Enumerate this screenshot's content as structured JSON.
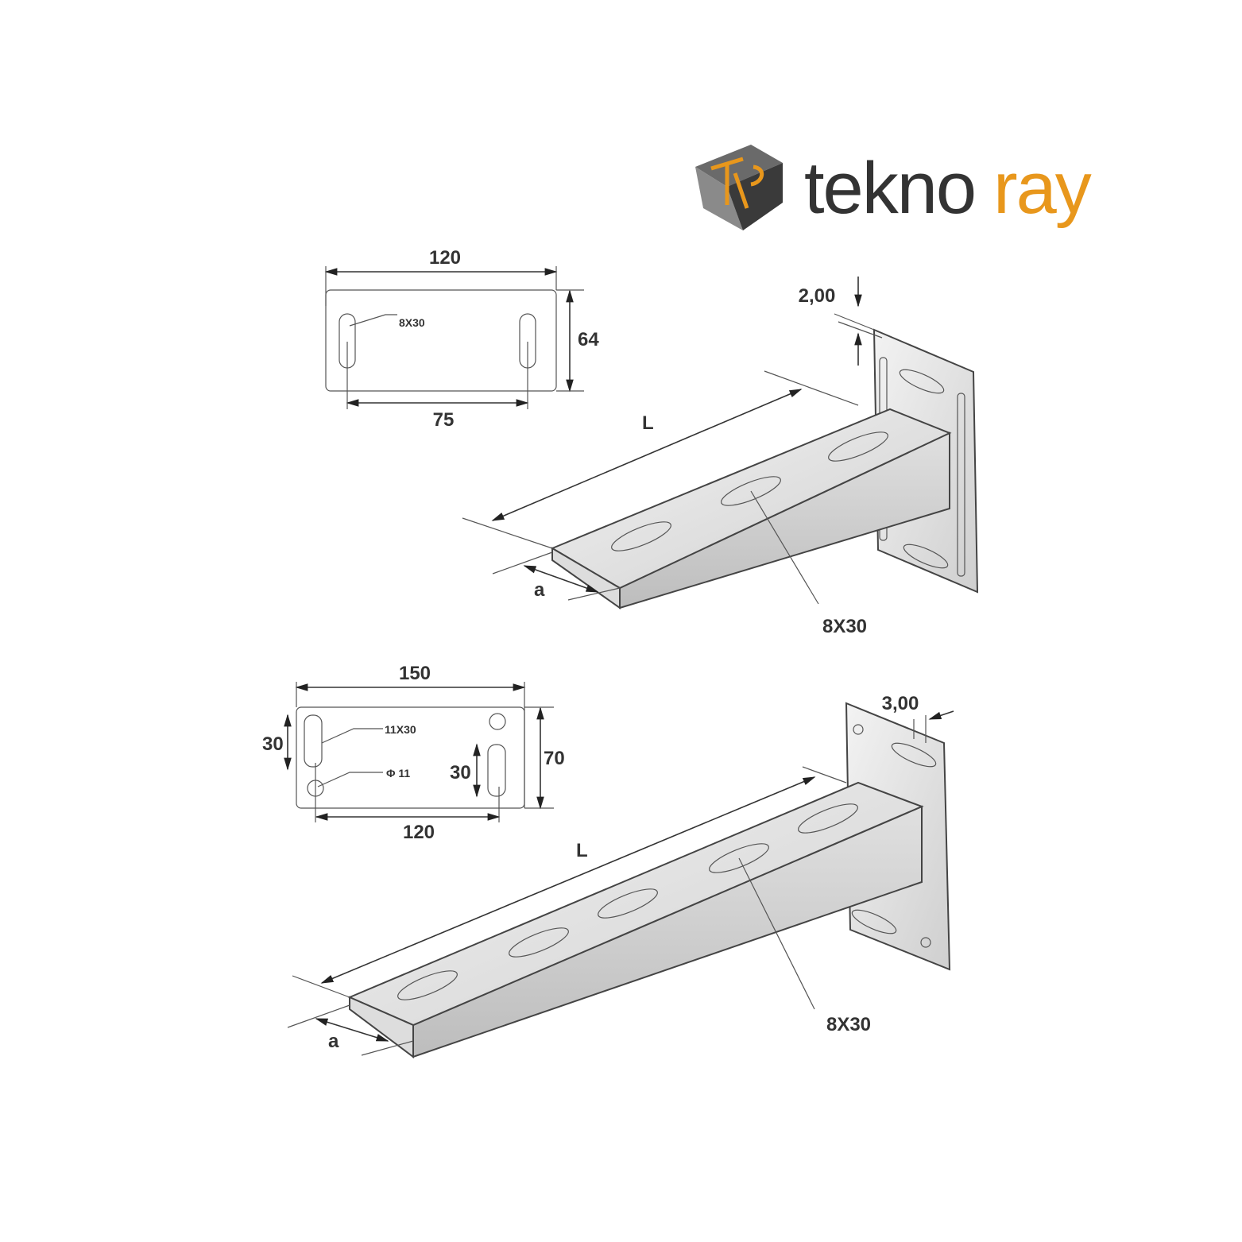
{
  "logo": {
    "text_part1": "tekno",
    "text_part2": "ray",
    "mark_letters": "TR",
    "colors": {
      "dark": "#1e1e1e",
      "accent": "#e8971c"
    }
  },
  "bracket_small": {
    "plate_view": {
      "width": "120",
      "height": "64",
      "hole_spacing": "75",
      "slot_label": "8X30"
    },
    "iso_view": {
      "thickness": "2,00",
      "length": "L",
      "flange": "a",
      "slot_label": "8X30"
    }
  },
  "bracket_large": {
    "plate_view": {
      "width": "150",
      "height": "70",
      "hole_spacing": "120",
      "slot_height_left": "30",
      "slot_height_right": "30",
      "slot_label": "11X30",
      "hole_label": "Φ 11"
    },
    "iso_view": {
      "thickness": "3,00",
      "length": "L",
      "flange": "a",
      "slot_label": "8X30"
    }
  }
}
